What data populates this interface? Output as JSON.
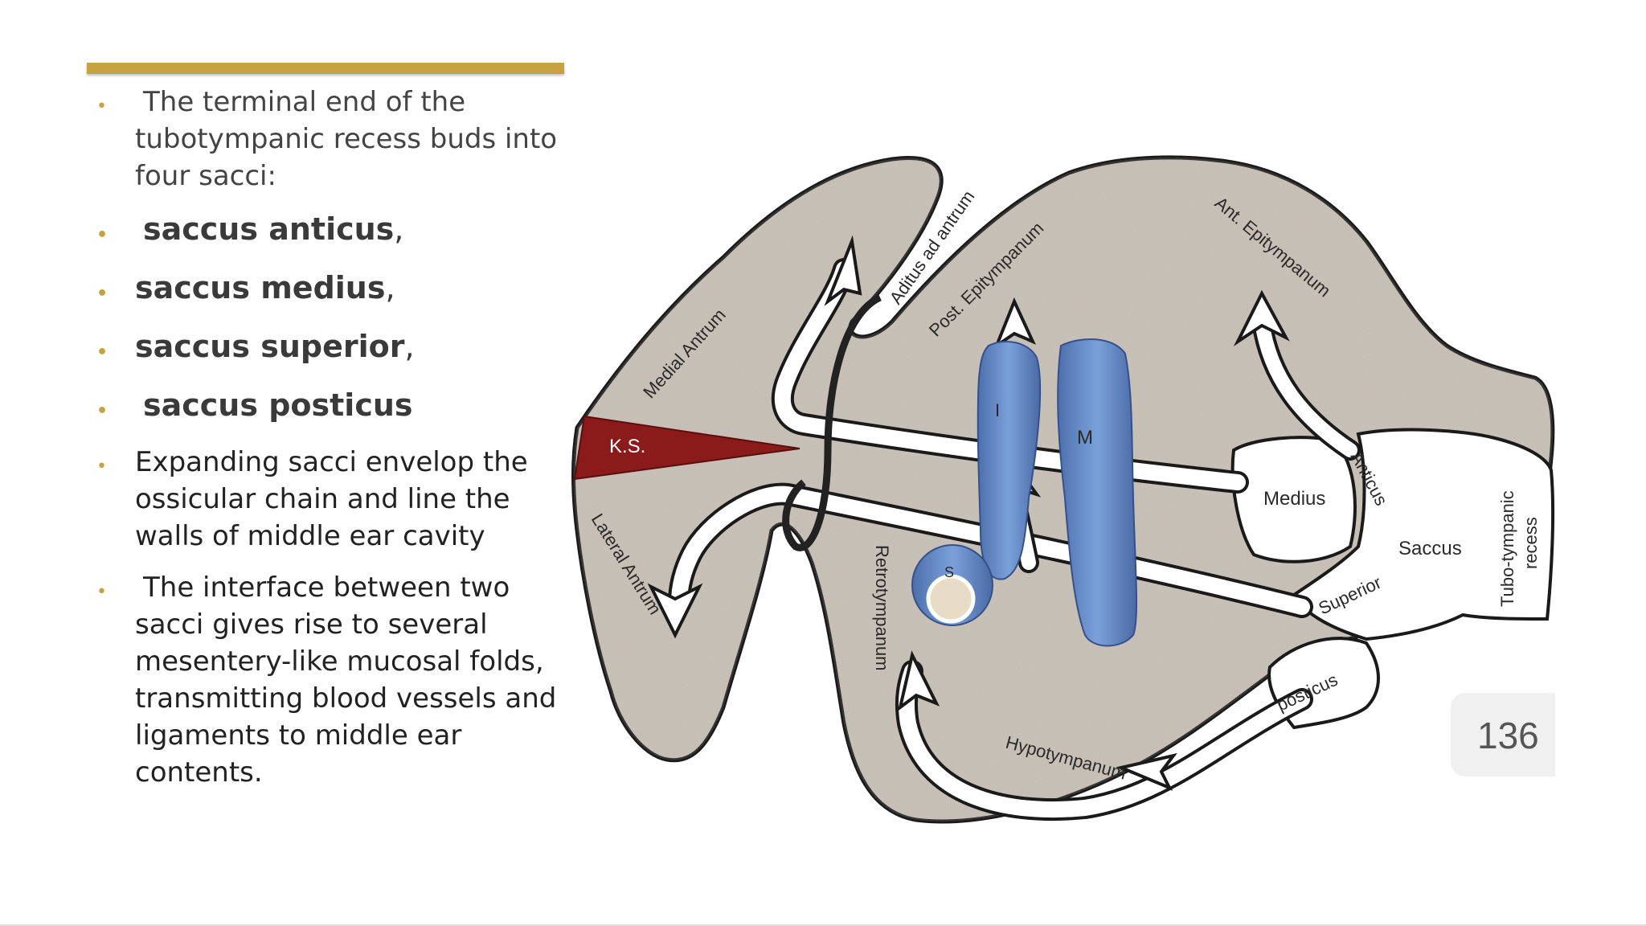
{
  "slide": {
    "bullets": [
      {
        "text": "The terminal end of the tubotympanic recess buds into four sacci:"
      },
      {
        "bold": "saccus anticus",
        "suffix": ","
      },
      {
        "bold": "saccus medius",
        "suffix": ","
      },
      {
        "bold": "saccus superior",
        "suffix": ","
      },
      {
        "bold": "saccus posticus",
        "suffix": ""
      },
      {
        "text": "Expanding sacci envelop the ossicular chain and line the walls of middle ear cavity"
      },
      {
        "text": "The interface between two sacci gives rise to several mesentery-like mucosal folds, transmitting blood vessels and ligaments to middle ear contents."
      }
    ],
    "page_number": "136",
    "accent_color": "#c6a240"
  },
  "diagram": {
    "labels": {
      "medial_antrum": "Medial Antrum",
      "aditus": "Aditus ad antrum",
      "post_epi": "Post. Epitympanum",
      "ant_epi": "Ant. Epitympanum",
      "ks": "K.S.",
      "incus": "I",
      "malleus": "M",
      "stapes": "S",
      "medius": "Medius",
      "anticus": "Anticus",
      "saccus": "Saccus",
      "superior": "Superior",
      "tubo1": "Tubo-tympanic",
      "tubo2": "recess",
      "lateral_antrum": "Lateral Antrum",
      "retrotympanum": "Retrotympanum",
      "posticus": "posticus",
      "hypotympanum": "Hypotympanum"
    },
    "colors": {
      "cavity": "#c9c0b7",
      "sac": "#ffffff",
      "ossicle": "#5f86c4",
      "ks": "#8b1a1a",
      "outline": "#1a1a1a"
    }
  }
}
